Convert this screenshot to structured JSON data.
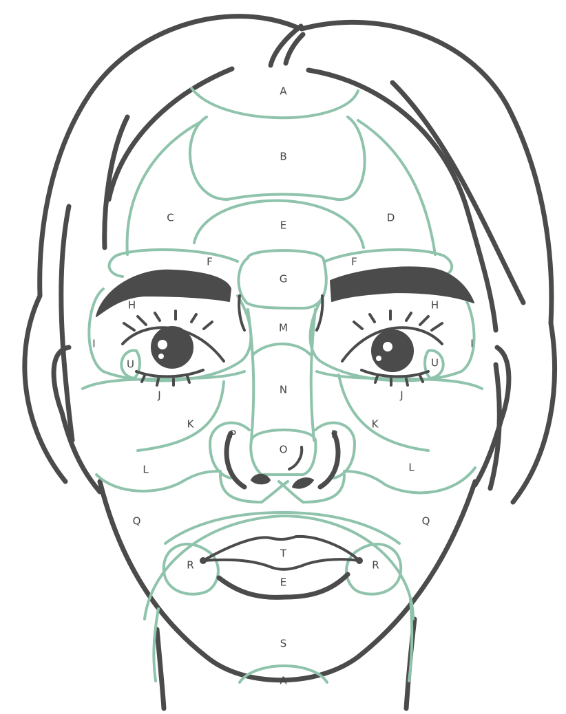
{
  "colors": {
    "outline": "#4b4b4b",
    "zone_line": "#8fc3ab",
    "label": "#444444",
    "background": "#ffffff"
  },
  "zones": {
    "forehead_top": "A",
    "forehead_upper": "B",
    "temple_left": "C",
    "temple_right": "D",
    "forehead_lower": "E",
    "brow_left": "F",
    "brow_right": "F",
    "glabella": "G",
    "upper_eyelid_left": "H",
    "upper_eyelid_right": "H",
    "outer_eye_left": "I",
    "outer_eye_right": "I",
    "inner_corner_left": "U",
    "inner_corner_right": "U",
    "under_eye_left": "J",
    "under_eye_right": "J",
    "nose_bridge_upper": "M",
    "nose_bridge": "N",
    "cheek_left": "K",
    "cheek_right": "K",
    "nostril_left": "P",
    "nostril_right": "P",
    "nose_tip": "O",
    "lower_cheek_left": "L",
    "lower_cheek_right": "L",
    "jaw_left": "Q",
    "jaw_right": "Q",
    "upper_lip": "T",
    "mouth_corner_left": "R",
    "mouth_corner_right": "R",
    "lower_lip": "E",
    "chin": "S",
    "chin_bottom": "A"
  }
}
